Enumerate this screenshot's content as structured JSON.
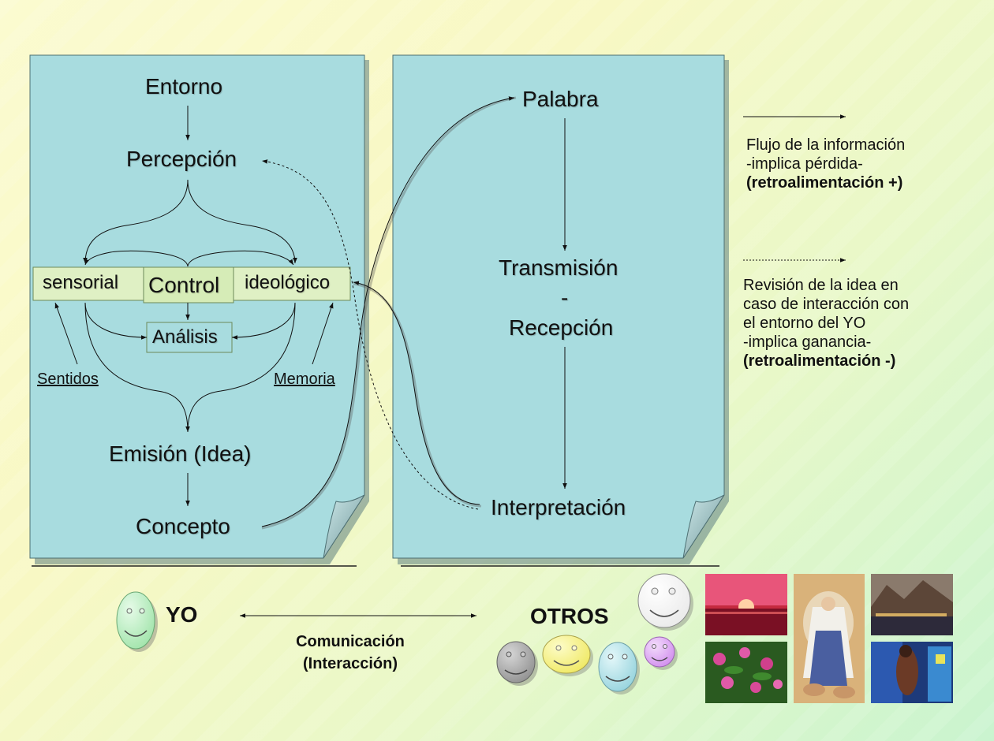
{
  "left_panel": {
    "entorno": "Entorno",
    "percepcion": "Percepción",
    "sensorial": "sensorial",
    "control": "Control",
    "ideologico": "ideológico",
    "analisis": "Análisis",
    "sentidos": "Sentidos",
    "memoria": "Memoria",
    "emision": "Emisión (Idea)",
    "concepto": "Concepto"
  },
  "right_panel": {
    "palabra": "Palabra",
    "transmision": "Transmisión",
    "dash": "-",
    "recepcion": "Recepción",
    "interpretacion": "Interpretación"
  },
  "legend": {
    "solid_line1": "Flujo de la información",
    "solid_line2": "-implica pérdida-",
    "solid_line3": "(retroalimentación +)",
    "dotted_line1": "Revisión de la idea en",
    "dotted_line2": "caso de interacción con",
    "dotted_line3": "el entorno del YO",
    "dotted_line4": "-implica ganancia-",
    "dotted_line5": "(retroalimentación -)"
  },
  "bottom": {
    "yo": "YO",
    "otros": "OTROS",
    "comunicacion": "Comunicación",
    "interaccion": "(Interacción)"
  },
  "colors": {
    "panel": "#a8dcdf",
    "panel_fold": "#7aa2a5",
    "control_box": "#dff0c4",
    "face_yo": "#b9f2c2",
    "face_white": "#ffffff",
    "face_gray": "#a9a9a9",
    "face_yellow": "#f8f48a",
    "face_blue": "#b6e4ea",
    "face_violet": "#e0a8f4"
  },
  "icons": [
    "smiley-face-icon",
    "photo-thumbnail"
  ]
}
